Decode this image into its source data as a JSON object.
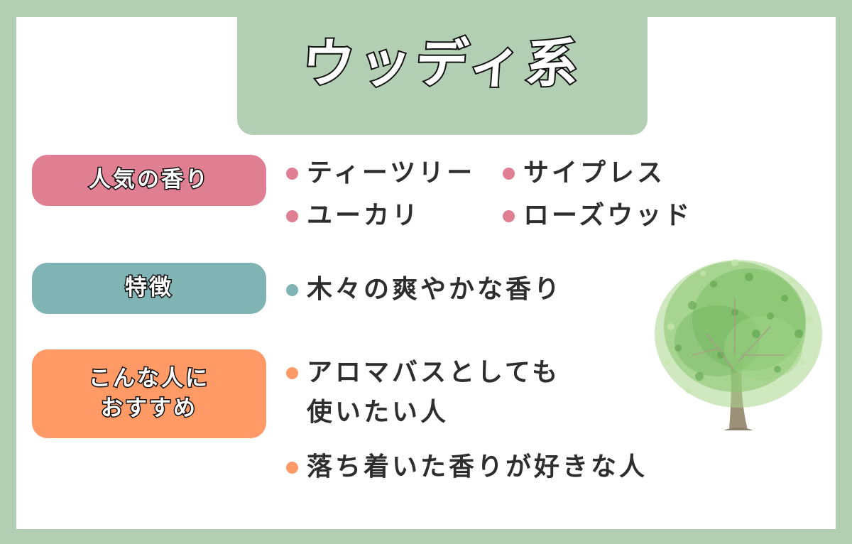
{
  "title": "ウッディ系",
  "colors": {
    "background": "#b3cfb3",
    "card": "#ffffff",
    "popular": "#e07f92",
    "features": "#80b3b3",
    "recommended": "#ff9966",
    "text": "#2e2e2e"
  },
  "sections": {
    "popular": {
      "label": "人気の香り",
      "items": [
        "ティーツリー",
        "サイプレス",
        "ユーカリ",
        "ローズウッド"
      ]
    },
    "features": {
      "label": "特徴",
      "items": [
        "木々の爽やかな香り"
      ]
    },
    "recommended": {
      "label": "こんな人に\nおすすめ",
      "items": [
        "アロマバスとしても\n使いたい人",
        "落ち着いた香りが好きな人"
      ]
    }
  },
  "illustration": "tree-icon"
}
